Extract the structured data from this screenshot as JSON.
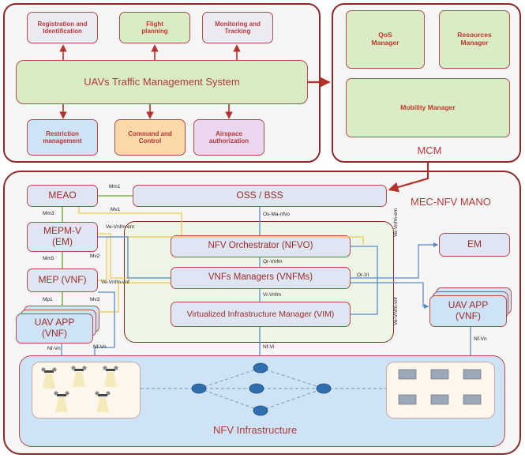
{
  "utm": {
    "registration": "Registration and Identification",
    "flight_planning": "Flight planning",
    "monitoring": "Monitoring and Tracking",
    "system": "UAVs Traffic Management System",
    "restriction": "Restriction management",
    "command": "Command and Control",
    "airspace": "Airspace authorization"
  },
  "mcm": {
    "qos": "QoS Manager",
    "resources": "Resources Manager",
    "mobility": "Mobility Manager",
    "title": "MCM"
  },
  "mano": {
    "title": "MEC-NFV MANO",
    "meao": "MEAO",
    "oss": "OSS / BSS",
    "mepm": "MEPM-V (EM)",
    "mep": "MEP (VNF)",
    "uav_app_left": "UAV APP (VNF)",
    "nfvo": "NFV Orchestrator (NFVO)",
    "vnfm": "VNFs Managers (VNFMs)",
    "vim": "Virtualized Infrastructure Manager (VIM)",
    "em": "EM",
    "uav_app_right": "UAV APP (VNF)"
  },
  "refs": {
    "mm1": "Mm1",
    "mv1": "Mv1",
    "mm3": "Mm3",
    "mm5": "Mm5",
    "mv2": "Mv2",
    "mp1": "Mp1",
    "mv3": "Mv3",
    "nfvn_left": "Nf-Vn",
    "nfvn_mid": "Nf-Vn",
    "nfvi": "Nf-Vi",
    "nfvn_right": "Nf-Vn",
    "os_ma": "Os-Ma-nfvo",
    "or_vnfm": "Or-Vnfm",
    "vi_vnfm": "Vi-Vnfm",
    "or_vi": "Or-Vi",
    "ve_vnfm_em_left": "Ve-Vnfm-em",
    "ve_vnfm_vnf_left": "Ve-Vnfm-vnf",
    "ve_vnfm_em_right": "Ve-Vnfm-em",
    "ve_vnfm_vnf_right": "Ve-Vnfm-vnf"
  },
  "nfvi": {
    "title": "NFV Infrastructure"
  },
  "colors": {
    "panel_border": "#8b2a2a",
    "arrow": "#b5322b",
    "green_link": "#7ab648",
    "yellow_link": "#f2c94c",
    "blue_link": "#5b8bc9"
  }
}
